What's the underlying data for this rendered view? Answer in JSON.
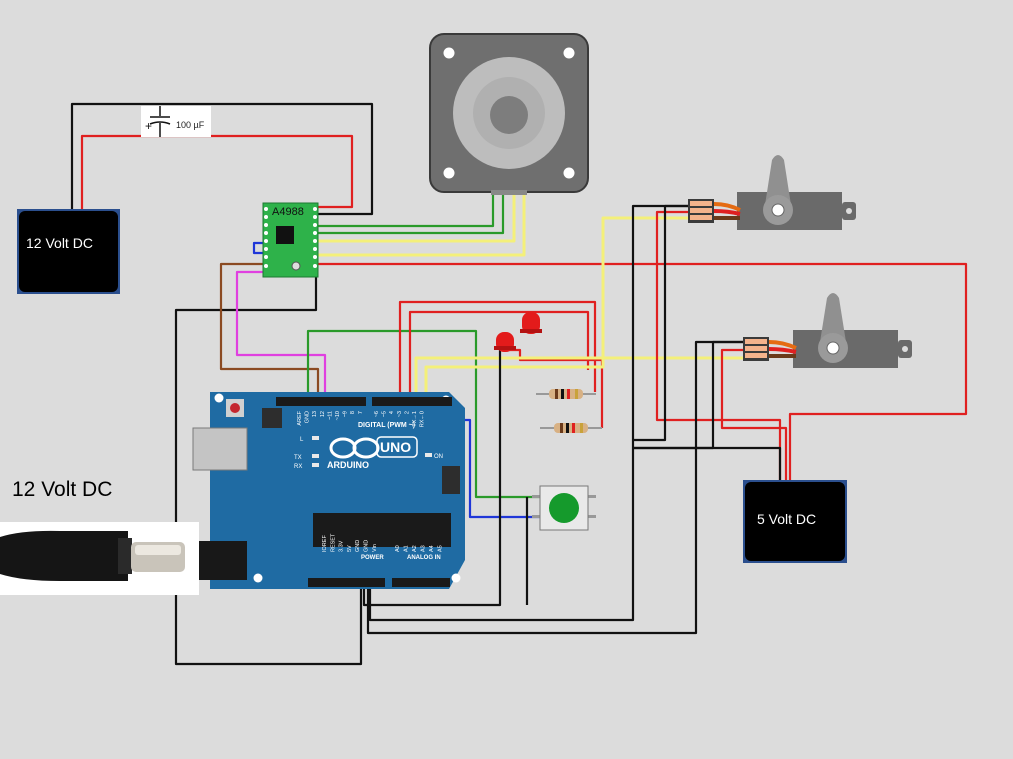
{
  "components": {
    "power_supply_left": {
      "label": "12 Volt DC"
    },
    "power_supply_right": {
      "label": "5 Volt DC"
    },
    "dc_jack": {
      "label": "12 Volt DC"
    },
    "capacitor": {
      "label": "100 µF",
      "plus": "+"
    },
    "stepper_driver": {
      "label": "A4988"
    },
    "arduino": {
      "brand": "ARDUINO",
      "model": "UNO",
      "digital_header": "DIGITAL (PWM ~)",
      "power_header": "POWER",
      "analog_header": "ANALOG IN",
      "led_labels": [
        "L",
        "TX",
        "RX",
        "ON"
      ],
      "top_pins": [
        "AREF",
        "GND",
        "13",
        "12",
        "~11",
        "~10",
        "~9",
        "8",
        "7",
        "~6",
        "~5",
        "4",
        "~3",
        "2",
        "TX→1",
        "RX←0"
      ],
      "power_pins": [
        "IOREF",
        "RESET",
        "3.3V",
        "5V",
        "GND",
        "GND",
        "Vin"
      ],
      "analog_pins": [
        "A0",
        "A1",
        "A2",
        "A3",
        "A4",
        "A5"
      ]
    }
  },
  "wire_colors": {
    "power": "#e02020",
    "ground": "#111111",
    "signal_yellow": "#f4f07a",
    "signal_green": "#2a9a2a",
    "signal_blue": "#1f36d8",
    "signal_magenta": "#e040e0",
    "signal_brown": "#8b4a22"
  }
}
